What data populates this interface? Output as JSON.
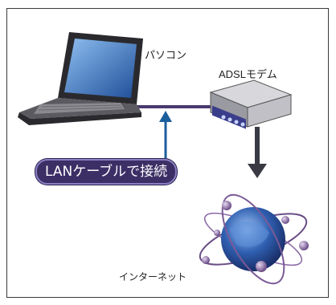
{
  "labels": {
    "computer": "パソコン",
    "modem": "ADSLモデム",
    "internet": "インターネット",
    "connection": "LANケーブルで接続"
  },
  "colors": {
    "cable": "#4a3a6e",
    "arrow_blue": "#1b5e9c",
    "arrow_dark": "#3a3a45",
    "pill_bg": "#3c2f66",
    "globe": "#2f5fb0"
  },
  "icons": [
    "laptop-icon",
    "modem-icon",
    "globe-icon"
  ]
}
